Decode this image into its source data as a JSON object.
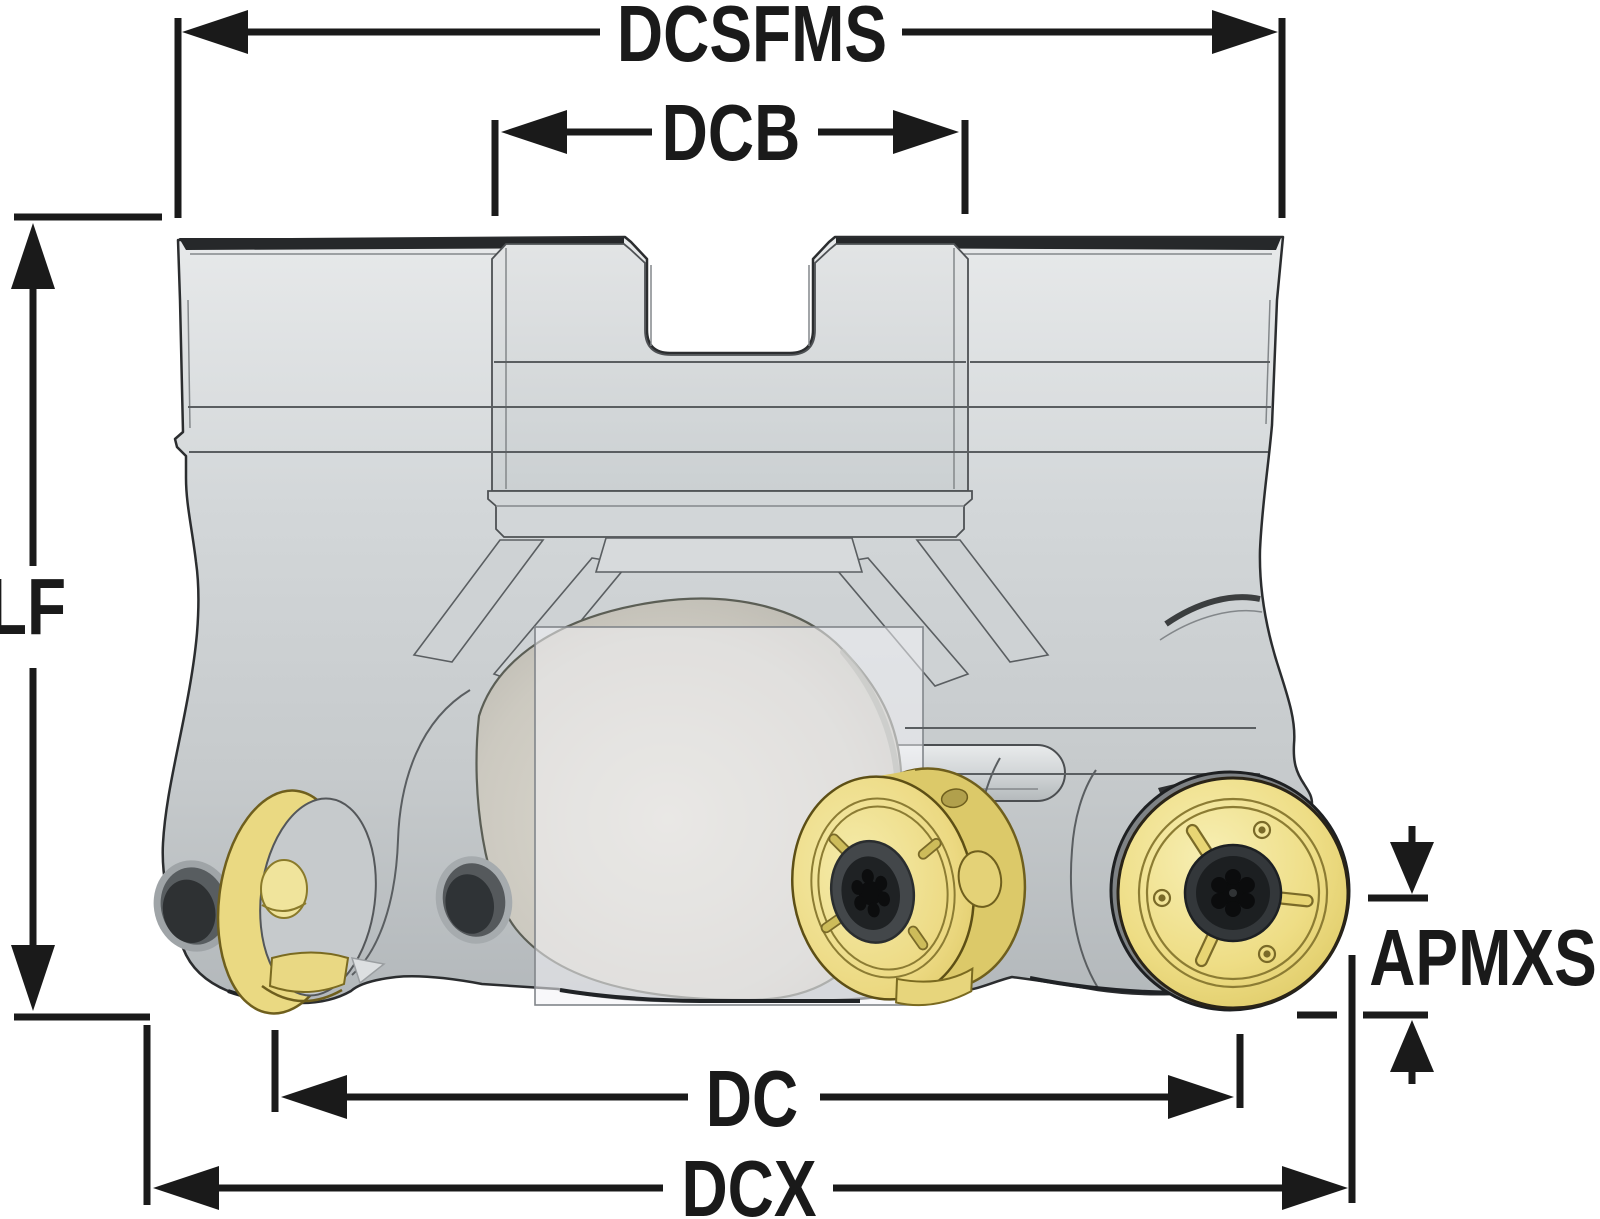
{
  "diagram": {
    "labels": {
      "dcsfms": "DCSFMS",
      "dcb": "DCB",
      "lf": "LF",
      "dc": "DC",
      "dcx": "DCX",
      "apmxs": "APMXS"
    },
    "colors": {
      "dimension": "#1a1a1a",
      "background": "#ffffff",
      "body_light": "#e4e6e7",
      "body_mid": "#c9cdcf",
      "body_dark": "#aeb3b6",
      "edge": "#2b2d2f",
      "insert_light": "#f6eeb0",
      "insert_mid": "#ecdb82",
      "insert_dark": "#d9c45c",
      "screw_dark": "#1c1f21"
    }
  }
}
